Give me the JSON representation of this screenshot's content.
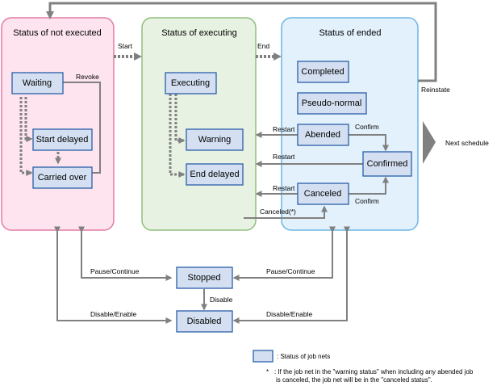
{
  "regions": {
    "not_executed": "Status of not executed",
    "executing": "Status of executing",
    "ended": "Status of ended"
  },
  "states": {
    "waiting": "Waiting",
    "start_delayed": "Start delayed",
    "carried_over": "Carried over",
    "executing": "Executing",
    "warning": "Warning",
    "end_delayed": "End delayed",
    "completed": "Completed",
    "pseudo_normal": "Pseudo-normal",
    "abended": "Abended",
    "confirmed": "Confirmed",
    "canceled": "Canceled",
    "stopped": "Stopped",
    "disabled": "Disabled"
  },
  "labels": {
    "start": "Start",
    "end": "End",
    "revoke": "Revoke",
    "reinstate": "Reinstate",
    "next_schedule": "Next schedule",
    "restart_abended": "Restart",
    "restart_confirmed": "Restart",
    "restart_canceled": "Restart",
    "confirm_abended": "Confirm",
    "confirm_canceled": "Confirm",
    "canceled_note": "Canceled(*)",
    "pause_continue_left": "Pause/Continue",
    "pause_continue_right": "Pause/Continue",
    "disable": "Disable",
    "disable_enable_left": "Disable/Enable",
    "disable_enable_right": "Disable/Enable"
  },
  "legend": {
    "box_label": ": Status of job nets",
    "asterisk": "*",
    "note_line1": ": If the job net in the \"warning status\" when  including any abended job",
    "note_line2": "is canceled, the job net will be in the \"canceled status\"."
  },
  "colors": {
    "not_executed_fill": "#fde4ee",
    "not_executed_stroke": "#e47aa7",
    "executing_fill": "#e8f2e2",
    "executing_stroke": "#8fbe7d",
    "ended_fill": "#e2f1fb",
    "ended_stroke": "#6cb6e3",
    "state_fill": "#d4e0f2",
    "state_stroke": "#2a5ea8",
    "arrow": "#808080"
  }
}
